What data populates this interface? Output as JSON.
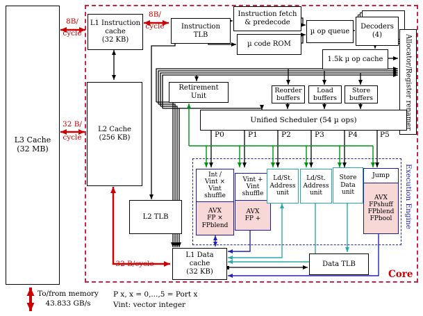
{
  "colors": {
    "arrow_red": "#cc0000",
    "core_border_red": "#cc2247",
    "exec_border_navy": "#1c1c90",
    "engine_blue": "#2222bb",
    "ldst_teal": "#2aa8a8",
    "green": "#009018",
    "pink_fill": "#f8d7d7"
  },
  "boxes": {
    "l3_cache": "L3 Cache\n(32 MB)",
    "l1i_cache": "L1 Instruction\ncache\n(32 KB)",
    "instruction_tlb": "Instruction\nTLB",
    "fetch_predecode": "Instruction fetch\n& predecode",
    "ucode_rom": "µ code ROM",
    "uop_queue": "µ op queue",
    "decoders": "Decoders\n(4)",
    "uop_cache": "1.5k µ op cache",
    "allocator": "Allocator/Register renamer",
    "retirement": "Retirement\nUnit",
    "reorder_buffers": "Reorder\nbuffers",
    "load_buffers": "Load\nbuffers",
    "store_buffers": "Store\nbuffers",
    "scheduler": "Unified Scheduler (54 µ ops)",
    "l2_cache": "L2 Cache\n(256 KB)",
    "l2_tlb": "L2 TLB",
    "l1d_cache": "L1 Data\ncache\n(32 KB)",
    "data_tlb": "Data TLB"
  },
  "execution_units": {
    "int_mul_shuffle": {
      "top": "Int /\nVint ×\nVint\nshuffle",
      "bottom": "AVX\nFP ×\nFPblend"
    },
    "int_add_shuffle": {
      "top": "Vint +\nVint\nshuffle",
      "bottom": "AVX\nFP +"
    },
    "ldst_address_1": "Ld/St.\nAddress\nunit",
    "ldst_address_2": "Ld/St.\nAddress\nunit",
    "store_data": "Store\nData\nunit",
    "jump": {
      "top": "Jump",
      "bottom": "AVX\nFPshuff\nFPblend\nFPbool"
    }
  },
  "ports": [
    "P0",
    "P1",
    "P2",
    "P3",
    "P4",
    "P5"
  ],
  "labels": {
    "bw_l3_l1i": "8B/\ncycle",
    "bw_l1i_tlb": "8B/\ncycle",
    "bw_l3_l2": "32 B/\ncycle",
    "bw_l2_l1d": "32 B/cycle",
    "core": "Core",
    "execution_engine": "Execution Engine",
    "memory": "To/from memory\n43.833 GB/s",
    "legend_ports": "P x, x = 0,...,5  = Port x",
    "legend_vint": "Vint: vector integer"
  }
}
